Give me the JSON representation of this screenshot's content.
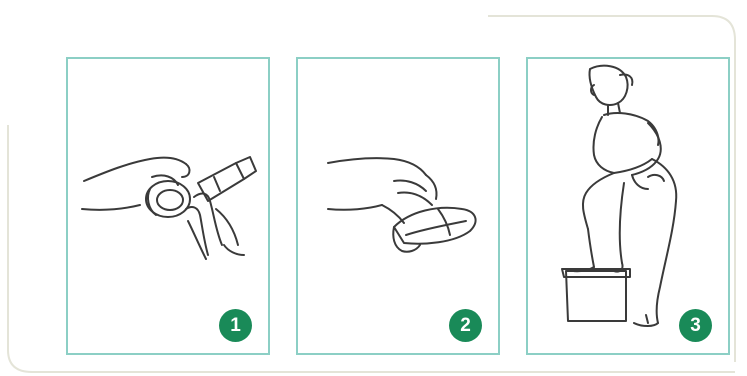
{
  "colors": {
    "panel_border": "#8ccfc5",
    "badge_fill": "#198a58",
    "badge_text": "#ffffff",
    "outer_frame": "#e4e4d8",
    "line_art": "#3a3a3a"
  },
  "steps": [
    {
      "number": "1",
      "illustration": "hands-opening-container-illustration"
    },
    {
      "number": "2",
      "illustration": "hand-holding-folded-item-illustration"
    },
    {
      "number": "3",
      "illustration": "woman-standing-with-foot-on-box-illustration"
    }
  ]
}
